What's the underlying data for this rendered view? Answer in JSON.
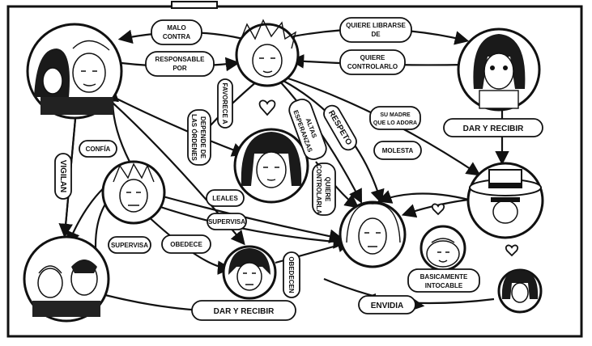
{
  "labels": {
    "malo_contra": [
      "MALO",
      "CONTRA"
    ],
    "responsable_por": [
      "RESPONSABLE",
      "POR"
    ],
    "quiere_librarse": [
      "QUIERE LIBRARSE",
      "DE"
    ],
    "quiere_controlarlo": [
      "QUIERE",
      "CONTROLARLO"
    ],
    "favorece_a": [
      "FAVORECE A"
    ],
    "depende_ordenes": [
      "DEPENDE DE",
      "LAS ÓRDENES"
    ],
    "altas_esperanzas": [
      "ALTAS",
      "ESPERANZAS"
    ],
    "respeto": [
      "RESPETO"
    ],
    "su_madre": [
      "SU MADRE",
      "QUE LO ADORA"
    ],
    "dar_recibir_top": [
      "DAR Y RECIBIR"
    ],
    "confia": [
      "CONFÍA"
    ],
    "vigilan": [
      "VIGILAN"
    ],
    "molesta": [
      "MOLESTA"
    ],
    "quiere_controlarla": [
      "QUIERE",
      "CONTROLARLA"
    ],
    "leales": [
      "LEALES"
    ],
    "supervisa_mid": [
      "SUPERVISA"
    ],
    "supervisa_left": [
      "SUPERVISA"
    ],
    "obedece": [
      "OBEDECE"
    ],
    "obedecen": [
      "OBEDECEN"
    ],
    "basicamente": [
      "BASICAMENTE",
      "INTOCABLE"
    ],
    "dar_recibir_bottom": [
      "DAR Y RECIBIR"
    ],
    "envidia": [
      "ENVIDIA"
    ]
  }
}
